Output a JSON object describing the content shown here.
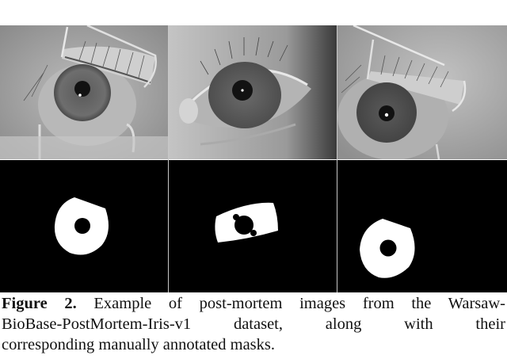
{
  "figure": {
    "number_label": "Figure 2.",
    "caption_lines": [
      "Example of post-mortem images from the Warsaw-",
      "BioBase-PostMortem-Iris-v1 dataset, along with their",
      "corresponding manually annotated masks."
    ],
    "caption_full": "Figure 2. Example of post-mortem images from the Warsaw-BioBase-PostMortem-Iris-v1 dataset, along with their corresponding manually annotated masks.",
    "grid": {
      "rows": 2,
      "columns": 3
    },
    "panels": [
      {
        "row": 1,
        "col": 1,
        "type": "photo",
        "description": "grayscale post-mortem eye with metal eyelid retractors, iris centered-left"
      },
      {
        "row": 1,
        "col": 2,
        "type": "photo",
        "description": "grayscale post-mortem eye, wide open, no retractors visible"
      },
      {
        "row": 1,
        "col": 3,
        "type": "photo",
        "description": "grayscale post-mortem eye with retractor, iris lower-left"
      },
      {
        "row": 2,
        "col": 1,
        "type": "mask",
        "description": "binary iris mask, white ring with black pupil, top cut by eyelid"
      },
      {
        "row": 2,
        "col": 2,
        "type": "mask",
        "description": "binary iris mask, occluded top and bottom, irregular pupil"
      },
      {
        "row": 2,
        "col": 3,
        "type": "mask",
        "description": "binary iris mask, white ring lower-left with black pupil"
      }
    ]
  }
}
